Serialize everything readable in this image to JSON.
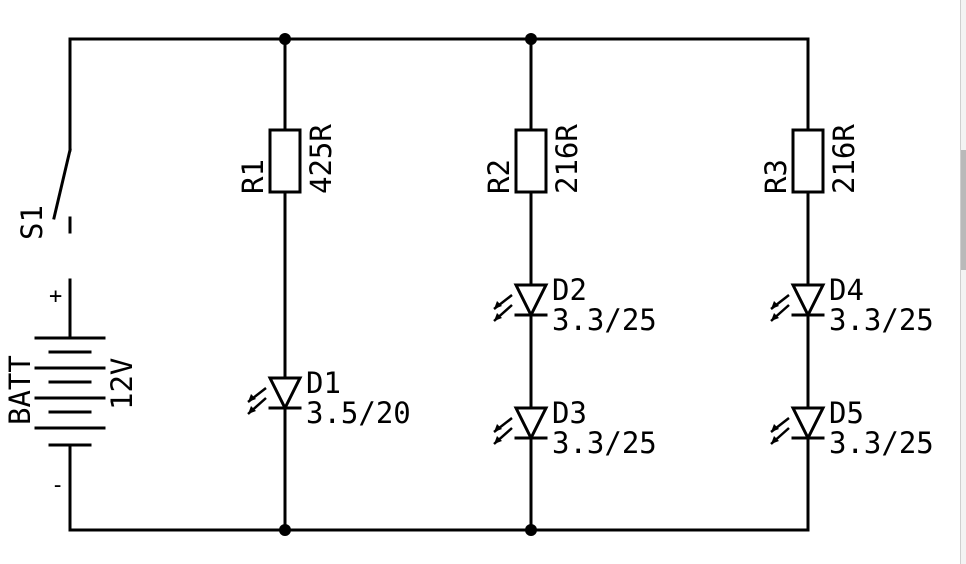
{
  "battery": {
    "ref": "BATT",
    "value": "12V",
    "plus": "+",
    "minus": "-"
  },
  "switch": {
    "ref": "S1"
  },
  "resistors": [
    {
      "ref": "R1",
      "value": "425R"
    },
    {
      "ref": "R2",
      "value": "216R"
    },
    {
      "ref": "R3",
      "value": "216R"
    }
  ],
  "leds": [
    {
      "ref": "D1",
      "value": "3.5/20"
    },
    {
      "ref": "D2",
      "value": "3.3/25"
    },
    {
      "ref": "D3",
      "value": "3.3/25"
    },
    {
      "ref": "D4",
      "value": "3.3/25"
    },
    {
      "ref": "D5",
      "value": "3.3/25"
    }
  ]
}
